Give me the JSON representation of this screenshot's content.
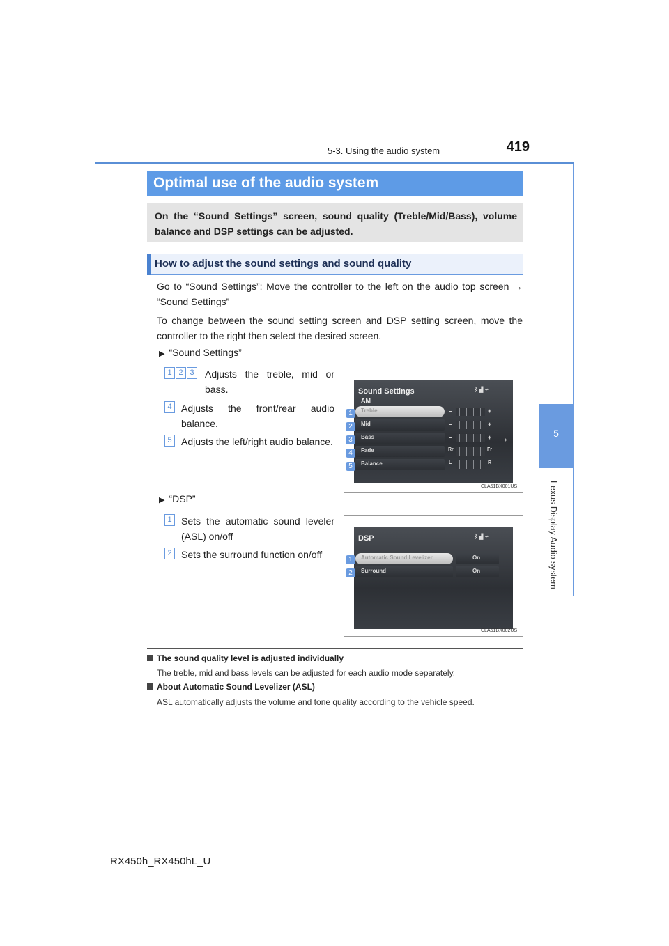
{
  "header": {
    "section": "5-3. Using the audio system",
    "page_number": "419"
  },
  "side_tab": {
    "number": "5",
    "label": "Lexus Display Audio system"
  },
  "title": "Optimal use of the audio system",
  "intro": "On the “Sound Settings” screen, sound quality (Treble/Mid/Bass), volume balance and DSP settings can be adjusted.",
  "subheading": "How to adjust the sound settings and sound quality",
  "paragraphs": [
    "Go to “Sound Settings”: Move the controller to the left on the audio top screen → “Sound Settings”",
    "To change between the sound setting screen and DSP setting screen, move the controller to the right then select the desired screen."
  ],
  "sound_settings": {
    "bullet": "“Sound Settings”",
    "items": [
      {
        "nums": [
          "1",
          "2",
          "3"
        ],
        "text": "Adjusts the treble, mid or bass."
      },
      {
        "nums": [
          "4"
        ],
        "text": "Adjusts the front/rear audio balance."
      },
      {
        "nums": [
          "5"
        ],
        "text": "Adjusts the left/right audio balance."
      }
    ],
    "screen": {
      "title": "Sound Settings",
      "source": "AM",
      "rows": [
        {
          "callout": "1",
          "label": "Treble",
          "left": "–",
          "right": "+"
        },
        {
          "callout": "2",
          "label": "Mid",
          "left": "–",
          "right": "+"
        },
        {
          "callout": "3",
          "label": "Bass",
          "left": "–",
          "right": "+"
        },
        {
          "callout": "4",
          "label": "Fade",
          "left": "Rr",
          "right": "Fr"
        },
        {
          "callout": "5",
          "label": "Balance",
          "left": "L",
          "right": "R"
        }
      ],
      "code": "CLA51BX001US"
    }
  },
  "dsp": {
    "bullet": "“DSP”",
    "items": [
      {
        "nums": [
          "1"
        ],
        "text": "Sets the automatic sound leveler (ASL) on/off"
      },
      {
        "nums": [
          "2"
        ],
        "text": "Sets the surround function on/off"
      }
    ],
    "screen": {
      "title": "DSP",
      "rows": [
        {
          "callout": "1",
          "label": "Automatic Sound Levelizer",
          "value": "On"
        },
        {
          "callout": "2",
          "label": "Surround",
          "value": "On"
        }
      ],
      "code": "CLA51BX002US"
    }
  },
  "notes": [
    {
      "heading": "The sound quality level is adjusted individually",
      "body": "The treble, mid and bass levels can be adjusted for each audio mode separately."
    },
    {
      "heading": "About Automatic Sound Levelizer (ASL)",
      "body": "ASL automatically adjusts the volume and tone quality according to the vehicle speed."
    }
  ],
  "footer": "RX450h_RX450hL_U",
  "colors": {
    "accent": "#5e9be6",
    "intro_bg": "#e4e4e4"
  }
}
